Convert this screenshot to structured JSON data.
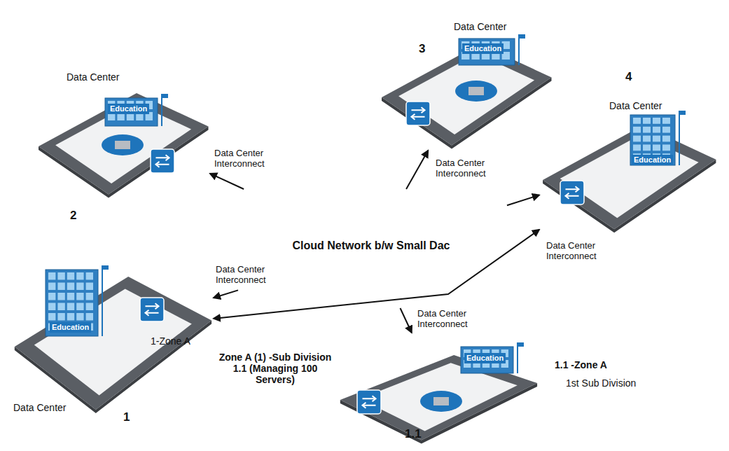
{
  "diagram": {
    "nodes": [
      {
        "text": [
          "Cloud Network b/w Small Dac"
        ]
      },
      {
        "text": [
          "Data Center",
          "Education"
        ]
      },
      {
        "text": [
          "Data Center",
          "Education"
        ]
      },
      {
        "text": [
          "Data Center",
          "Education"
        ]
      },
      {
        "text": [
          "Education",
          "Data Center"
        ]
      },
      {
        "text": [
          "Education"
        ]
      }
    ],
    "edges": [
      {
        "from": 0,
        "to": 1,
        "arrow": "to",
        "label": "Data Center Interconnect"
      },
      {
        "from": 0,
        "to": 2,
        "arrow": "to",
        "label": "Data Center Interconnect"
      },
      {
        "from": 0,
        "to": 3,
        "arrow": "to",
        "label": "Data Center Interconnect"
      },
      {
        "from": 0,
        "to": 4,
        "arrow": "to",
        "label": "Data Center Interconnect"
      },
      {
        "from": 0,
        "to": 5,
        "arrow": "to",
        "label": "Data Center Interconnect"
      },
      {
        "from": 4,
        "to": 3,
        "arrow": "both"
      }
    ],
    "labels": [
      "2",
      "3",
      "4",
      "1-Zone A",
      "1",
      "Zone A (1) -Sub Division 1.1 (Managing 100 Servers)",
      "1.1",
      "1.1 -Zone A",
      "1st Sub Division"
    ]
  }
}
